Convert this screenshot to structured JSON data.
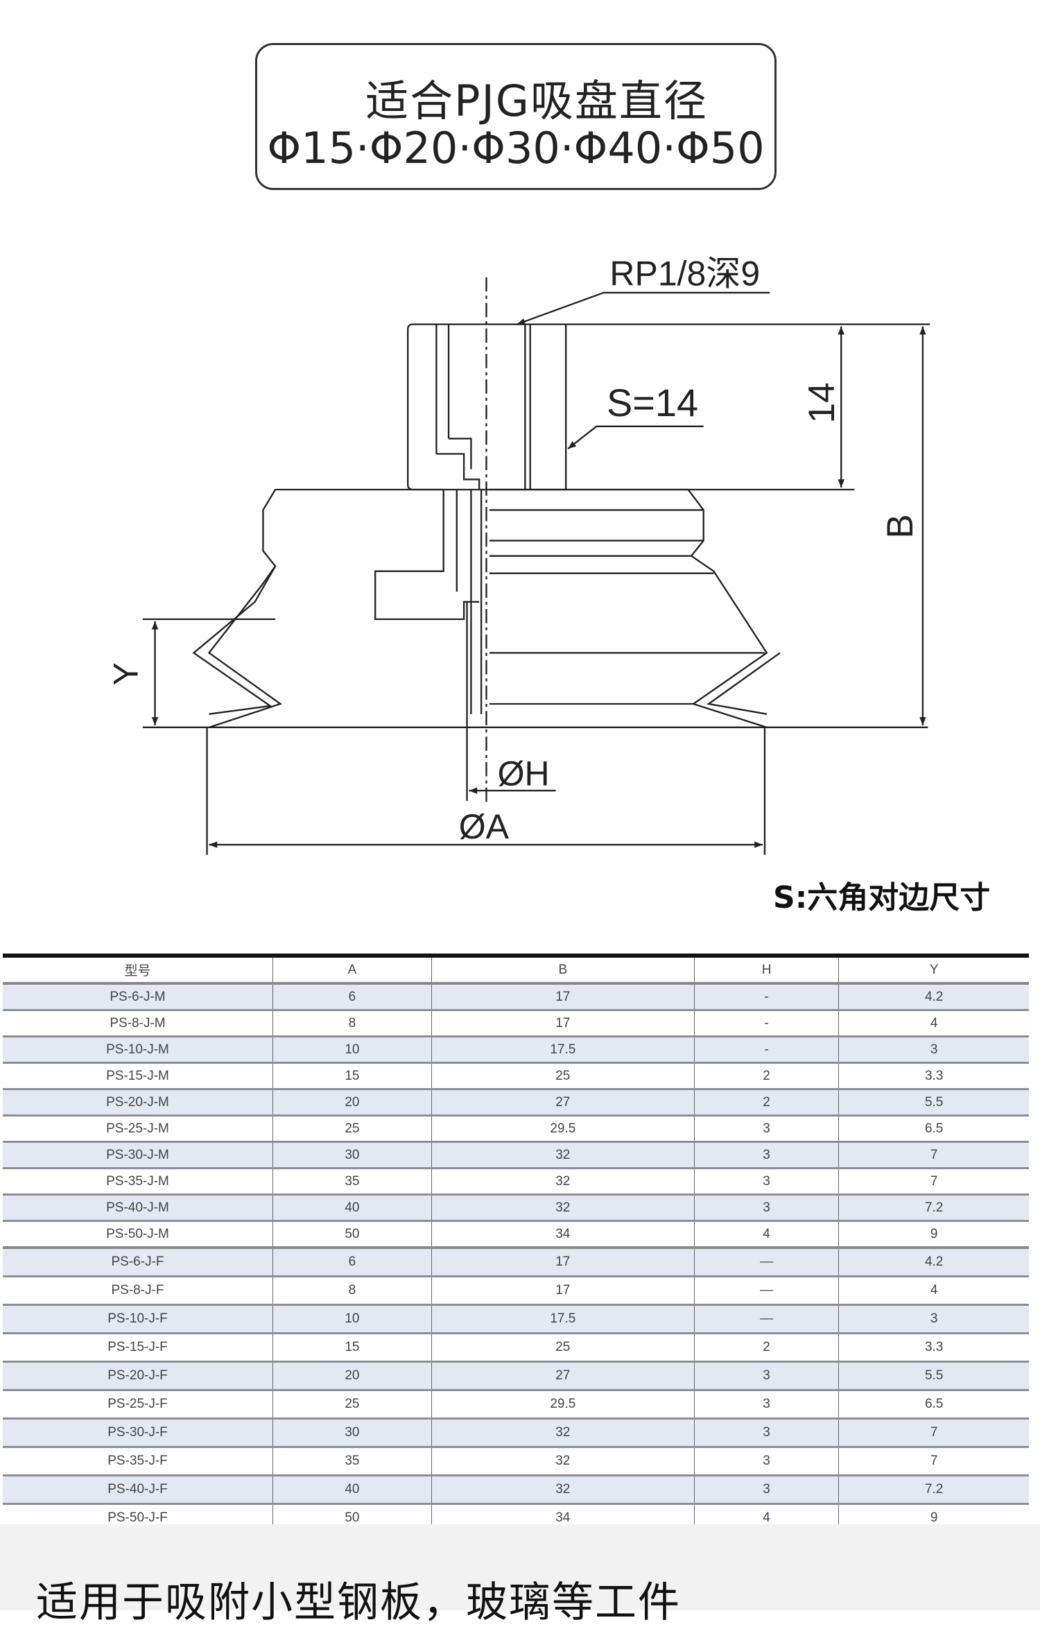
{
  "header": {
    "title": "适合PJG吸盘直径",
    "diameters": "Φ15·Φ20·Φ30·Φ40·Φ50"
  },
  "diagram": {
    "thread_label": "RP1/8深9",
    "hex_label": "S=14",
    "dim_14": "14",
    "dim_b": "B",
    "dim_y": "Y",
    "dim_h": "ØH",
    "dim_a": "ØA",
    "note": "S:六角对边尺寸"
  },
  "table": {
    "headers": [
      "型号",
      "A",
      "B",
      "H",
      "Y"
    ],
    "rows_m": [
      [
        "PS-6-J-M",
        "6",
        "17",
        "-",
        "4.2"
      ],
      [
        "PS-8-J-M",
        "8",
        "17",
        "-",
        "4"
      ],
      [
        "PS-10-J-M",
        "10",
        "17.5",
        "-",
        "3"
      ],
      [
        "PS-15-J-M",
        "15",
        "25",
        "2",
        "3.3"
      ],
      [
        "PS-20-J-M",
        "20",
        "27",
        "2",
        "5.5"
      ],
      [
        "PS-25-J-M",
        "25",
        "29.5",
        "3",
        "6.5"
      ],
      [
        "PS-30-J-M",
        "30",
        "32",
        "3",
        "7"
      ],
      [
        "PS-35-J-M",
        "35",
        "32",
        "3",
        "7"
      ],
      [
        "PS-40-J-M",
        "40",
        "32",
        "3",
        "7.2"
      ],
      [
        "PS-50-J-M",
        "50",
        "34",
        "4",
        "9"
      ]
    ],
    "rows_f": [
      [
        "PS-6-J-F",
        "6",
        "17",
        "—",
        "4.2"
      ],
      [
        "PS-8-J-F",
        "8",
        "17",
        "—",
        "4"
      ],
      [
        "PS-10-J-F",
        "10",
        "17.5",
        "—",
        "3"
      ],
      [
        "PS-15-J-F",
        "15",
        "25",
        "2",
        "3.3"
      ],
      [
        "PS-20-J-F",
        "20",
        "27",
        "3",
        "5.5"
      ],
      [
        "PS-25-J-F",
        "25",
        "29.5",
        "3",
        "6.5"
      ],
      [
        "PS-30-J-F",
        "30",
        "32",
        "3",
        "7"
      ],
      [
        "PS-35-J-F",
        "35",
        "32",
        "3",
        "7"
      ],
      [
        "PS-40-J-F",
        "40",
        "32",
        "3",
        "7.2"
      ],
      [
        "PS-50-J-F",
        "50",
        "34",
        "4",
        "9"
      ]
    ]
  },
  "footer": {
    "text": "适用于吸附小型钢板，玻璃等工件"
  }
}
